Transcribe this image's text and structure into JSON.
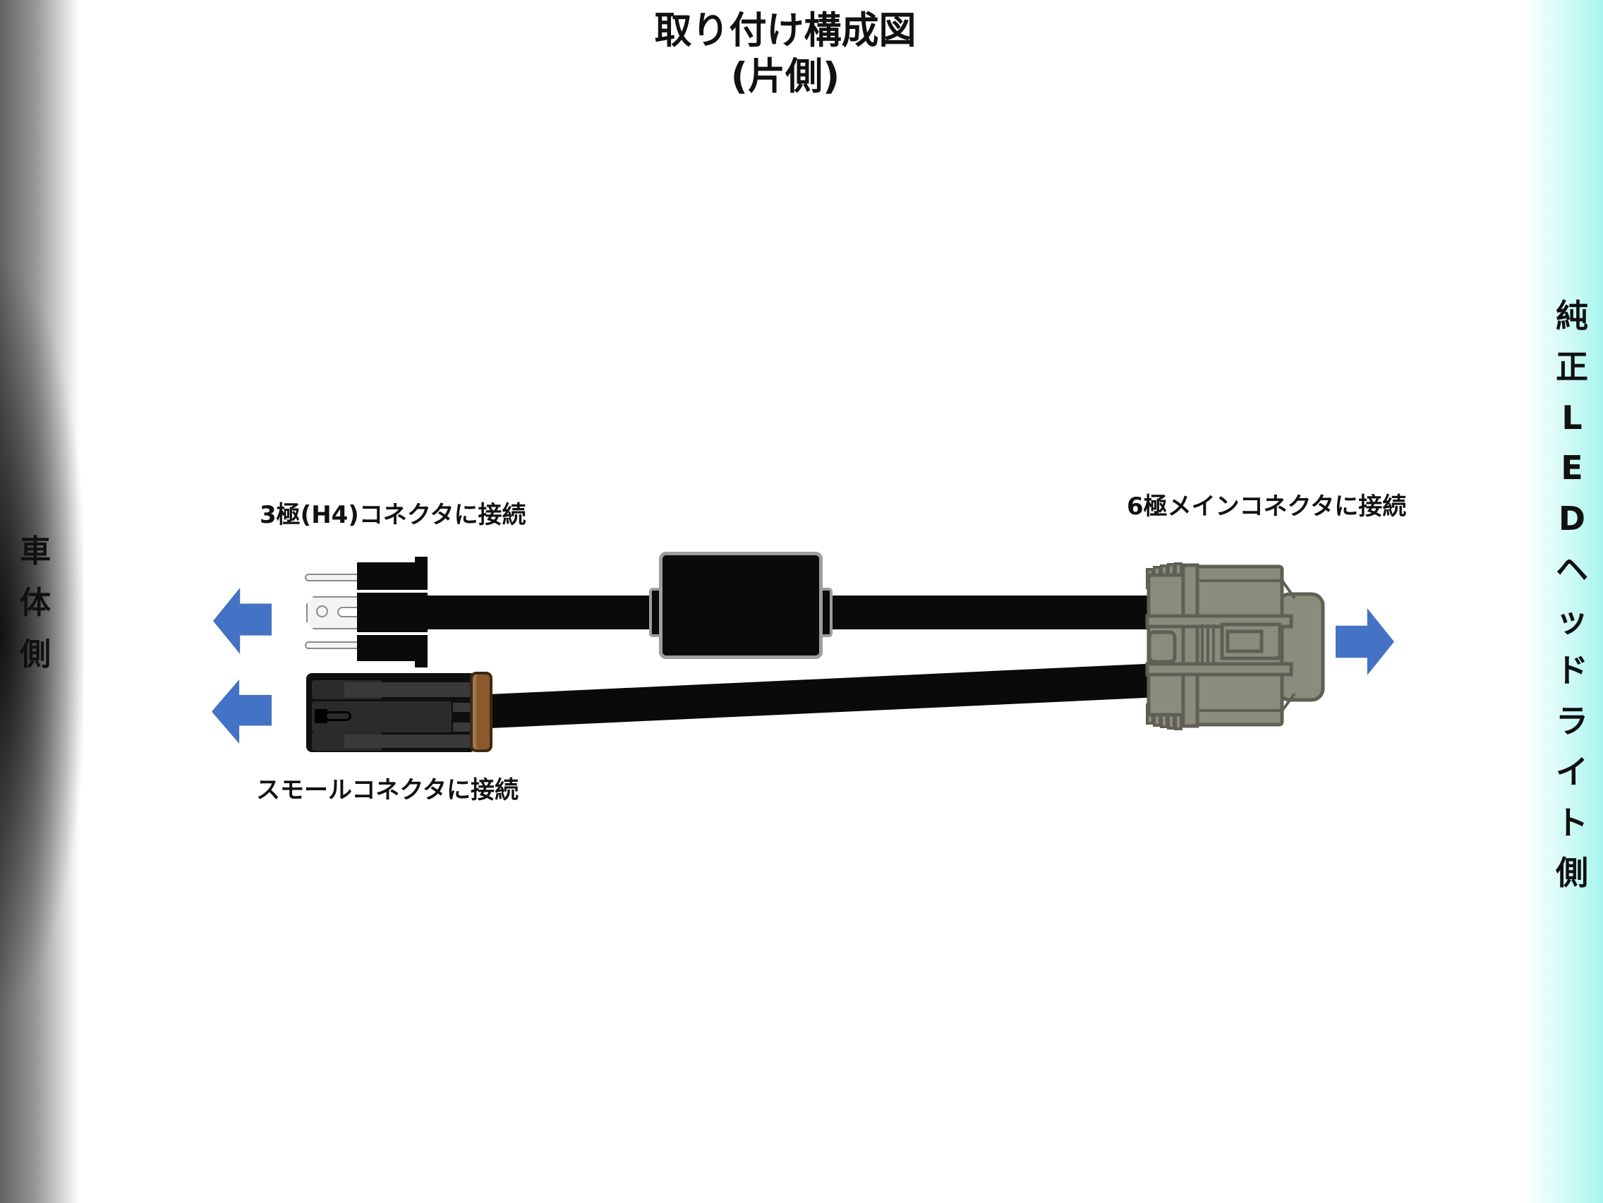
{
  "title": {
    "line1": "取り付け構成図",
    "line2": "(片側)"
  },
  "side_labels": {
    "left": "車体側",
    "right": "純正LEDヘッドライト側"
  },
  "annotations": {
    "h4_connector": "3極(H4)コネクタに接続",
    "main_connector": "6極メインコネクタに接続",
    "small_connector": "スモールコネクタに接続"
  },
  "icons": {
    "left_arrows": "block-arrow-left",
    "right_arrow": "block-arrow-right"
  },
  "colors": {
    "arrow": "#4472C4",
    "cable": "#0a0a0a",
    "metal": "#f4f4f4",
    "metal_line": "#8a8a8a",
    "box_line": "#9e9e9e",
    "olive": "#8c8c7d",
    "olive_line": "#5f5f55",
    "brown": "#8a5a2c",
    "brown_line": "#3e2a12",
    "strip_cyan": "#a7f5ee",
    "text": "#111111"
  }
}
